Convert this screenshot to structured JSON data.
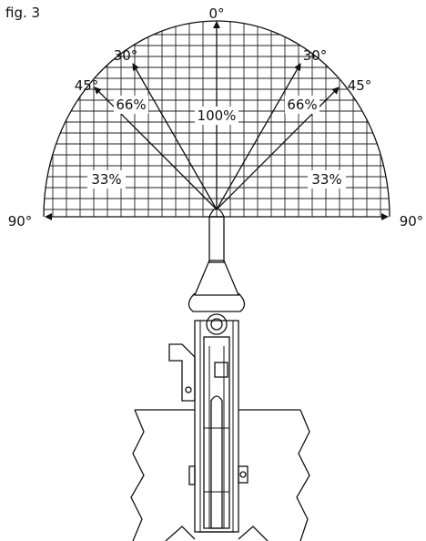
{
  "figure_label": "fig. 3",
  "angles": {
    "top": "0°",
    "left_30": "30°",
    "right_30": "30°",
    "left_45": "45°",
    "right_45": "45°",
    "left_90": "90°",
    "right_90": "90°"
  },
  "load_percentages": {
    "center": "100%",
    "left_45": "66%",
    "right_45": "66%",
    "left_90": "33%",
    "right_90": "33%"
  }
}
